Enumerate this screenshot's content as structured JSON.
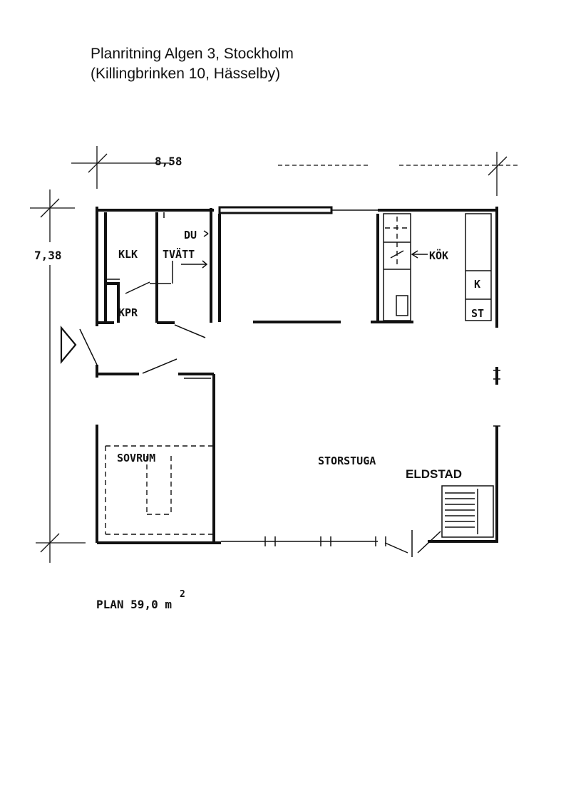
{
  "title": {
    "line1": "Planritning Algen 3, Stockholm",
    "line2": "(Killingbrinken 10, Hässelby)"
  },
  "dimensions": {
    "width": "8,58",
    "height": "7,38"
  },
  "rooms": {
    "klk": "KLK",
    "kpr": "KPR",
    "tvatt": "TVÄTT",
    "du": "DU",
    "kok": "KÖK",
    "k": "K",
    "st": "ST",
    "sovrum": "SOVRUM",
    "storstuga": "STORSTUGA",
    "eldstad": "ELDSTAD"
  },
  "plan": {
    "label": "PLAN 59,0 m",
    "superscript": "2"
  }
}
